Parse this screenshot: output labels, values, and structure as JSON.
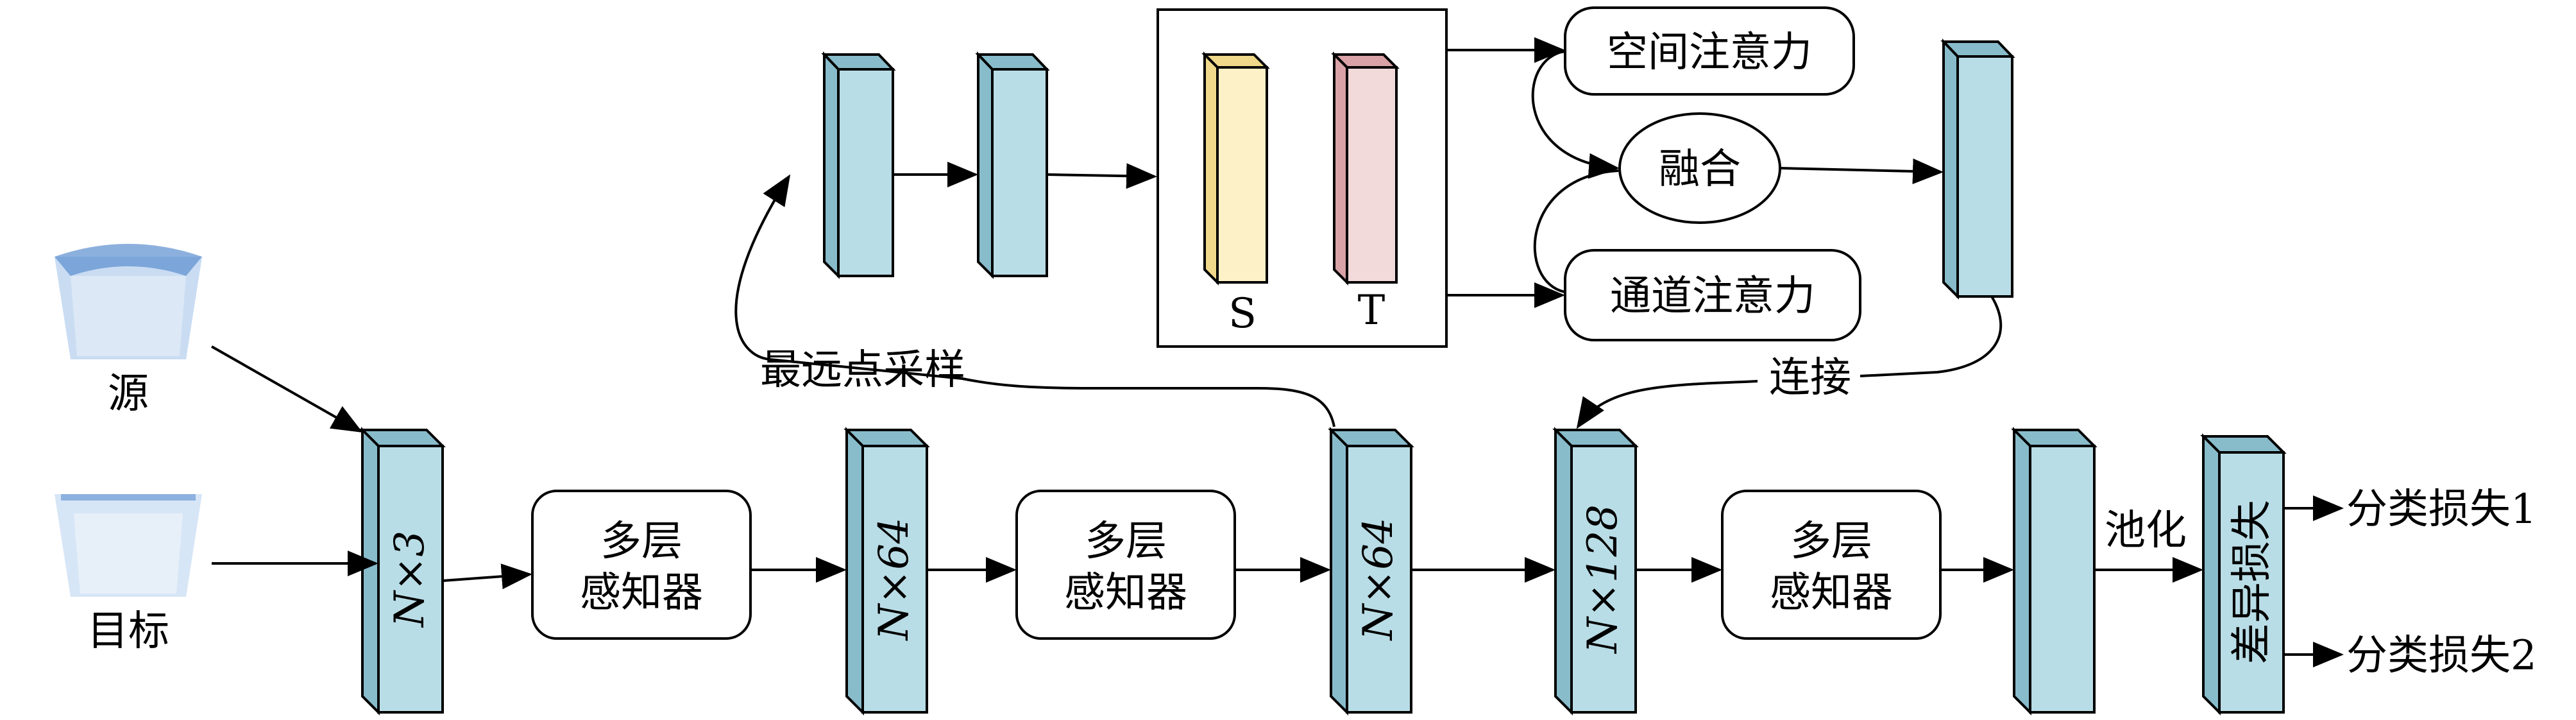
{
  "colors": {
    "feature_block": "#b9dde6",
    "feature_block_dark": "#88bccb",
    "source_block": "#fdf1c7",
    "source_block_dark": "#efd88a",
    "target_block": "#f2d9da",
    "target_block_dark": "#d9a2a6",
    "point_cloud": "#5b8fd0"
  },
  "inputs": {
    "source_label": "源",
    "target_label": "目标"
  },
  "features": {
    "n3": "N×3",
    "n64_a": "N×64",
    "n64_b": "N×64",
    "n128": "N×128"
  },
  "mlp": {
    "label_line1": "多层",
    "label_line2": "感知器"
  },
  "sampling": {
    "label": "最远点采样"
  },
  "st_block": {
    "s_label": "S",
    "t_label": "T"
  },
  "attention": {
    "spatial": "空间注意力",
    "fusion": "融合",
    "channel": "通道注意力"
  },
  "concat": {
    "label": "连接"
  },
  "pooling": {
    "label": "池化"
  },
  "diff_loss": {
    "label": "差异损失"
  },
  "outputs": {
    "loss1": "分类损失1",
    "loss2": "分类损失2"
  }
}
